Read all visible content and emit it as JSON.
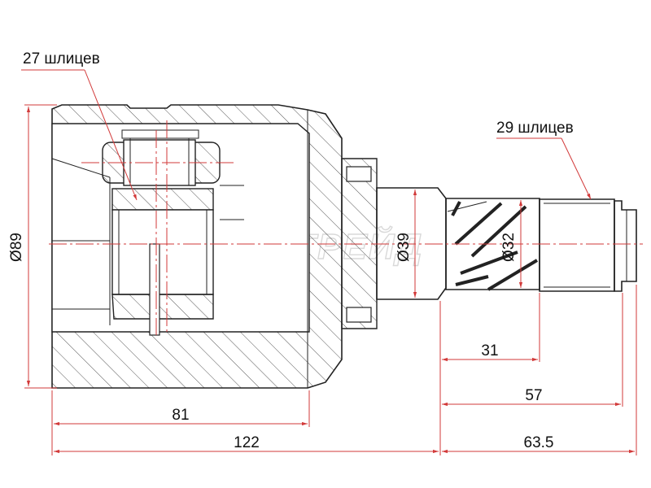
{
  "watermark": "АВТОТРЕЙД",
  "callouts": {
    "left_splines": "27 шлицев",
    "right_splines": "29 шлицев"
  },
  "diameters": {
    "body": "Ø89",
    "neck": "Ø39",
    "shaft": "Ø32"
  },
  "lengths": {
    "l31": "31",
    "l57": "57",
    "l81": "81",
    "l122": "122",
    "l63_5": "63.5"
  },
  "colors": {
    "outline": "#222222",
    "dimension_lines": "#d23a3a",
    "hatch": "#444444"
  }
}
